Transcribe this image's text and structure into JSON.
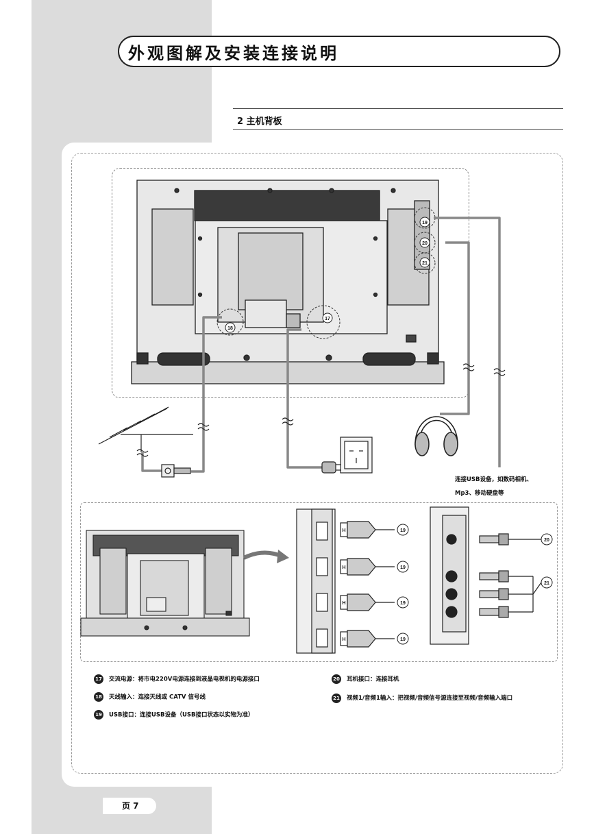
{
  "header": {
    "title": "外观图解及安装连接说明"
  },
  "section": {
    "title": "2 主机背板"
  },
  "callouts": {
    "n17": "17",
    "n18": "18",
    "n19": "19",
    "n20": "20",
    "n21": "21",
    "n19b": "19"
  },
  "usb_note": {
    "line1": "连接USB设备，如数码相机、",
    "line2": "Mp3、移动硬盘等"
  },
  "legend": {
    "item17": {
      "num": "17",
      "text": "交流电源：将市电220V电源连接到液晶电视机的电源接口"
    },
    "item18": {
      "num": "18",
      "text": "天线输入：连接天线或 CATV 信号线"
    },
    "item19": {
      "num": "19",
      "text": "USB接口：连接USB设备（USB接口状态以实物为准）"
    },
    "item20": {
      "num": "20",
      "text": "耳机接口：连接耳机"
    },
    "item21": {
      "num": "21",
      "text": "视频1/音频1输入：把视频/音频信号源连接至视频/音频输入端口",
      "line2": "输入端口"
    }
  },
  "usb_panel": {
    "plug_marks": [
      "19",
      "19",
      "19",
      "19"
    ],
    "plug_letter": "H"
  },
  "av_panel": {
    "out_mark": "20",
    "in_mark": "21"
  },
  "footer": {
    "page": "页 7"
  }
}
